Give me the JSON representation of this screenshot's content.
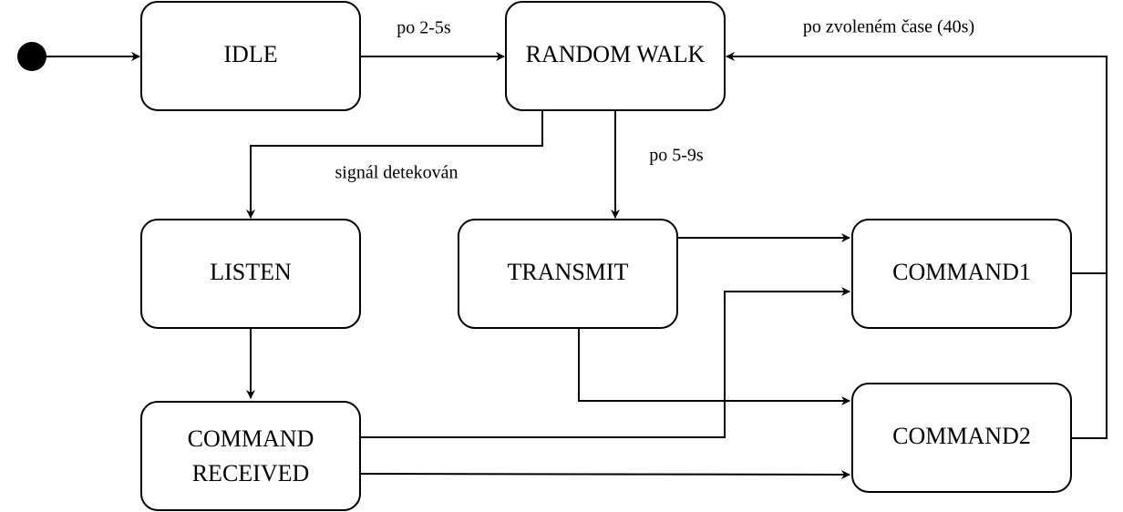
{
  "diagram": {
    "states": {
      "idle": "IDLE",
      "random_walk": "RANDOM WALK",
      "listen": "LISTEN",
      "transmit": "TRANSMIT",
      "command1": "COMMAND1",
      "command2": "COMMAND2",
      "command_received_line1": "COMMAND",
      "command_received_line2": "RECEIVED"
    },
    "transitions": {
      "idle_to_random_walk": "po 2-5s",
      "random_walk_to_transmit": "po 5-9s",
      "random_walk_to_listen": "signál detekován",
      "commands_to_random_walk": "po zvoleném čase (40s)"
    },
    "colors": {
      "stroke": "#000000",
      "fill": "#ffffff"
    }
  }
}
